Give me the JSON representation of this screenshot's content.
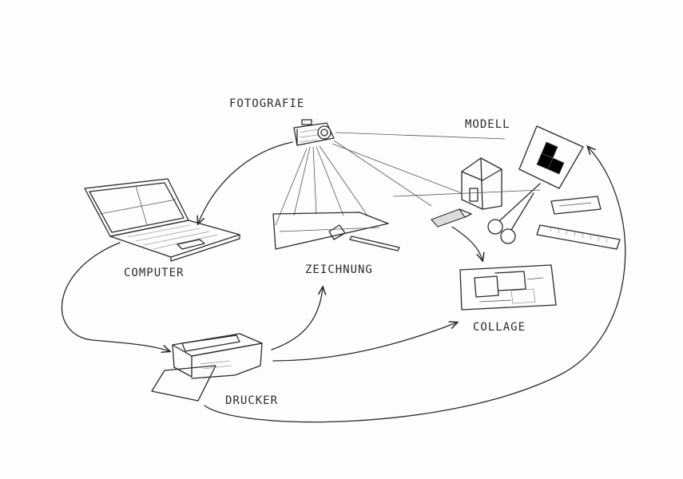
{
  "labels": {
    "fotografie": "FOTOGRAFIE",
    "modell": "MODELL",
    "computer": "COMPUTER",
    "zeichnung": "ZEICHNUNG",
    "collage": "COLLAGE",
    "drucker": "DRUCKER"
  },
  "icons": {
    "camera": "camera-icon",
    "laptop": "laptop-icon",
    "drawing": "drawing-board-icon",
    "model": "house-model-icon",
    "collage": "collage-sheet-icon",
    "printer": "printer-icon"
  },
  "colors": {
    "pencil": "#2a2a2a",
    "paper": "#fdfdfc"
  }
}
